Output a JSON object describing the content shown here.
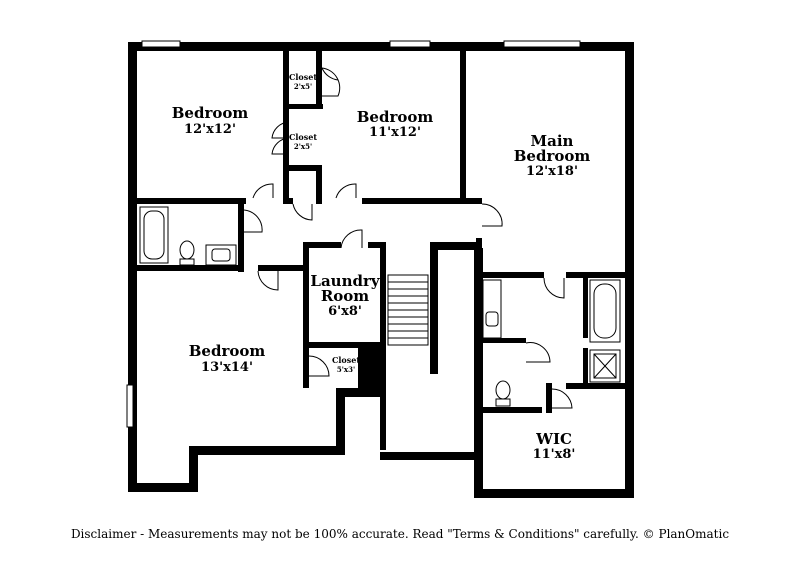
{
  "rooms": {
    "bedroom_nw": {
      "name": "Bedroom",
      "dims": "12'x12'"
    },
    "bedroom_n": {
      "name": "Bedroom",
      "dims": "11'x12'"
    },
    "main_bedroom": {
      "name_line1": "Main",
      "name_line2": "Bedroom",
      "dims": "12'x18'"
    },
    "laundry": {
      "name_line1": "Laundry",
      "name_line2": "Room",
      "dims": "6'x8'"
    },
    "bedroom_sw": {
      "name": "Bedroom",
      "dims": "13'x14'"
    },
    "wic": {
      "name": "WIC",
      "dims": "11'x8'"
    },
    "closet_top": {
      "name": "Closet",
      "dims": "2'x5'"
    },
    "closet_mid": {
      "name": "Closet",
      "dims": "2'x5'"
    },
    "closet_laundry": {
      "name": "Closet",
      "dims": "5'x3'"
    }
  },
  "disclaimer": "Disclaimer - Measurements may not be 100% accurate. Read \"Terms & Conditions\" carefully. © PlanOmatic"
}
